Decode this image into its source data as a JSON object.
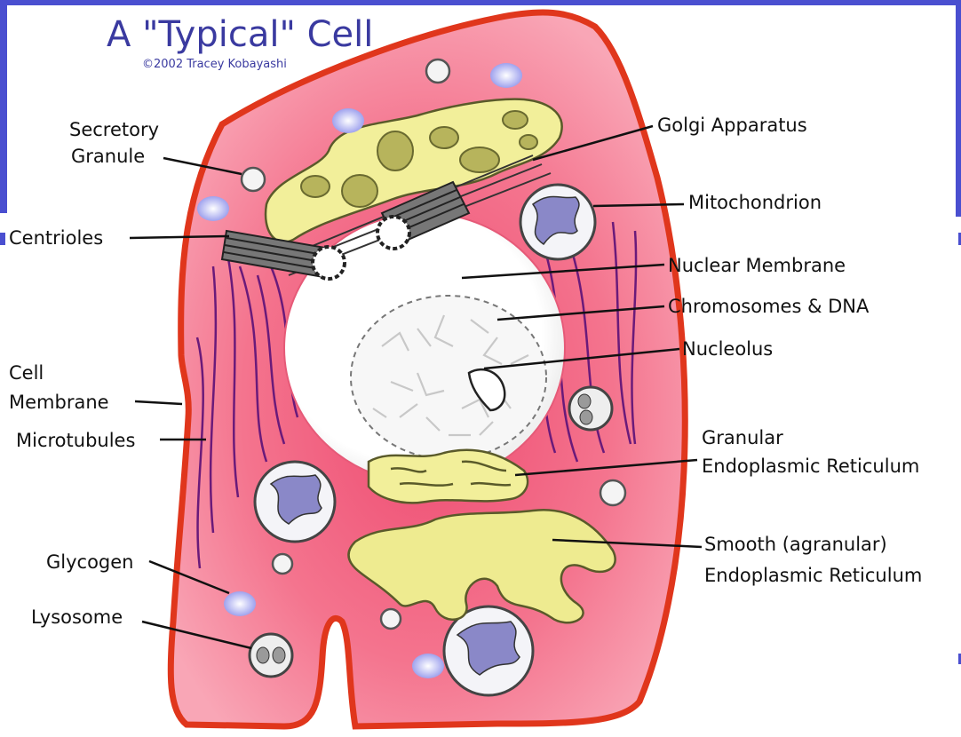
{
  "title": "A \"Typical\" Cell",
  "credit": "©2002 Tracey Kobayashi",
  "labels": {
    "secretory_granule_1": "Secretory",
    "secretory_granule_2": "Granule",
    "golgi": "Golgi Apparatus",
    "mitochondrion": "Mitochondrion",
    "centrioles": "Centrioles",
    "nuclear_membrane": "Nuclear Membrane",
    "chromosomes": "Chromosomes & DNA",
    "nucleolus": "Nucleolus",
    "cell_membrane_1": "Cell",
    "cell_membrane_2": "Membrane",
    "microtubules": "Microtubules",
    "granular_er_1": "Granular",
    "granular_er_2": "Endoplasmic Reticulum",
    "glycogen": "Glycogen",
    "smooth_er_1": "Smooth (agranular)",
    "smooth_er_2": "Endoplasmic Reticulum",
    "lysosome": "Lysosome"
  },
  "colors": {
    "frame": "#4a4fd0",
    "cell_membrane": "#e0361c",
    "cytoplasm": "#f4748e",
    "cytoplasm_light": "#f9a6b6",
    "golgi": "#f2ef9a",
    "golgi_dark": "#9a9a52",
    "nucleus": "#ffffff",
    "microtubule": "#6a1a7a",
    "glycogen": "#a6a8f0",
    "mito_inner": "#8a88c8"
  }
}
